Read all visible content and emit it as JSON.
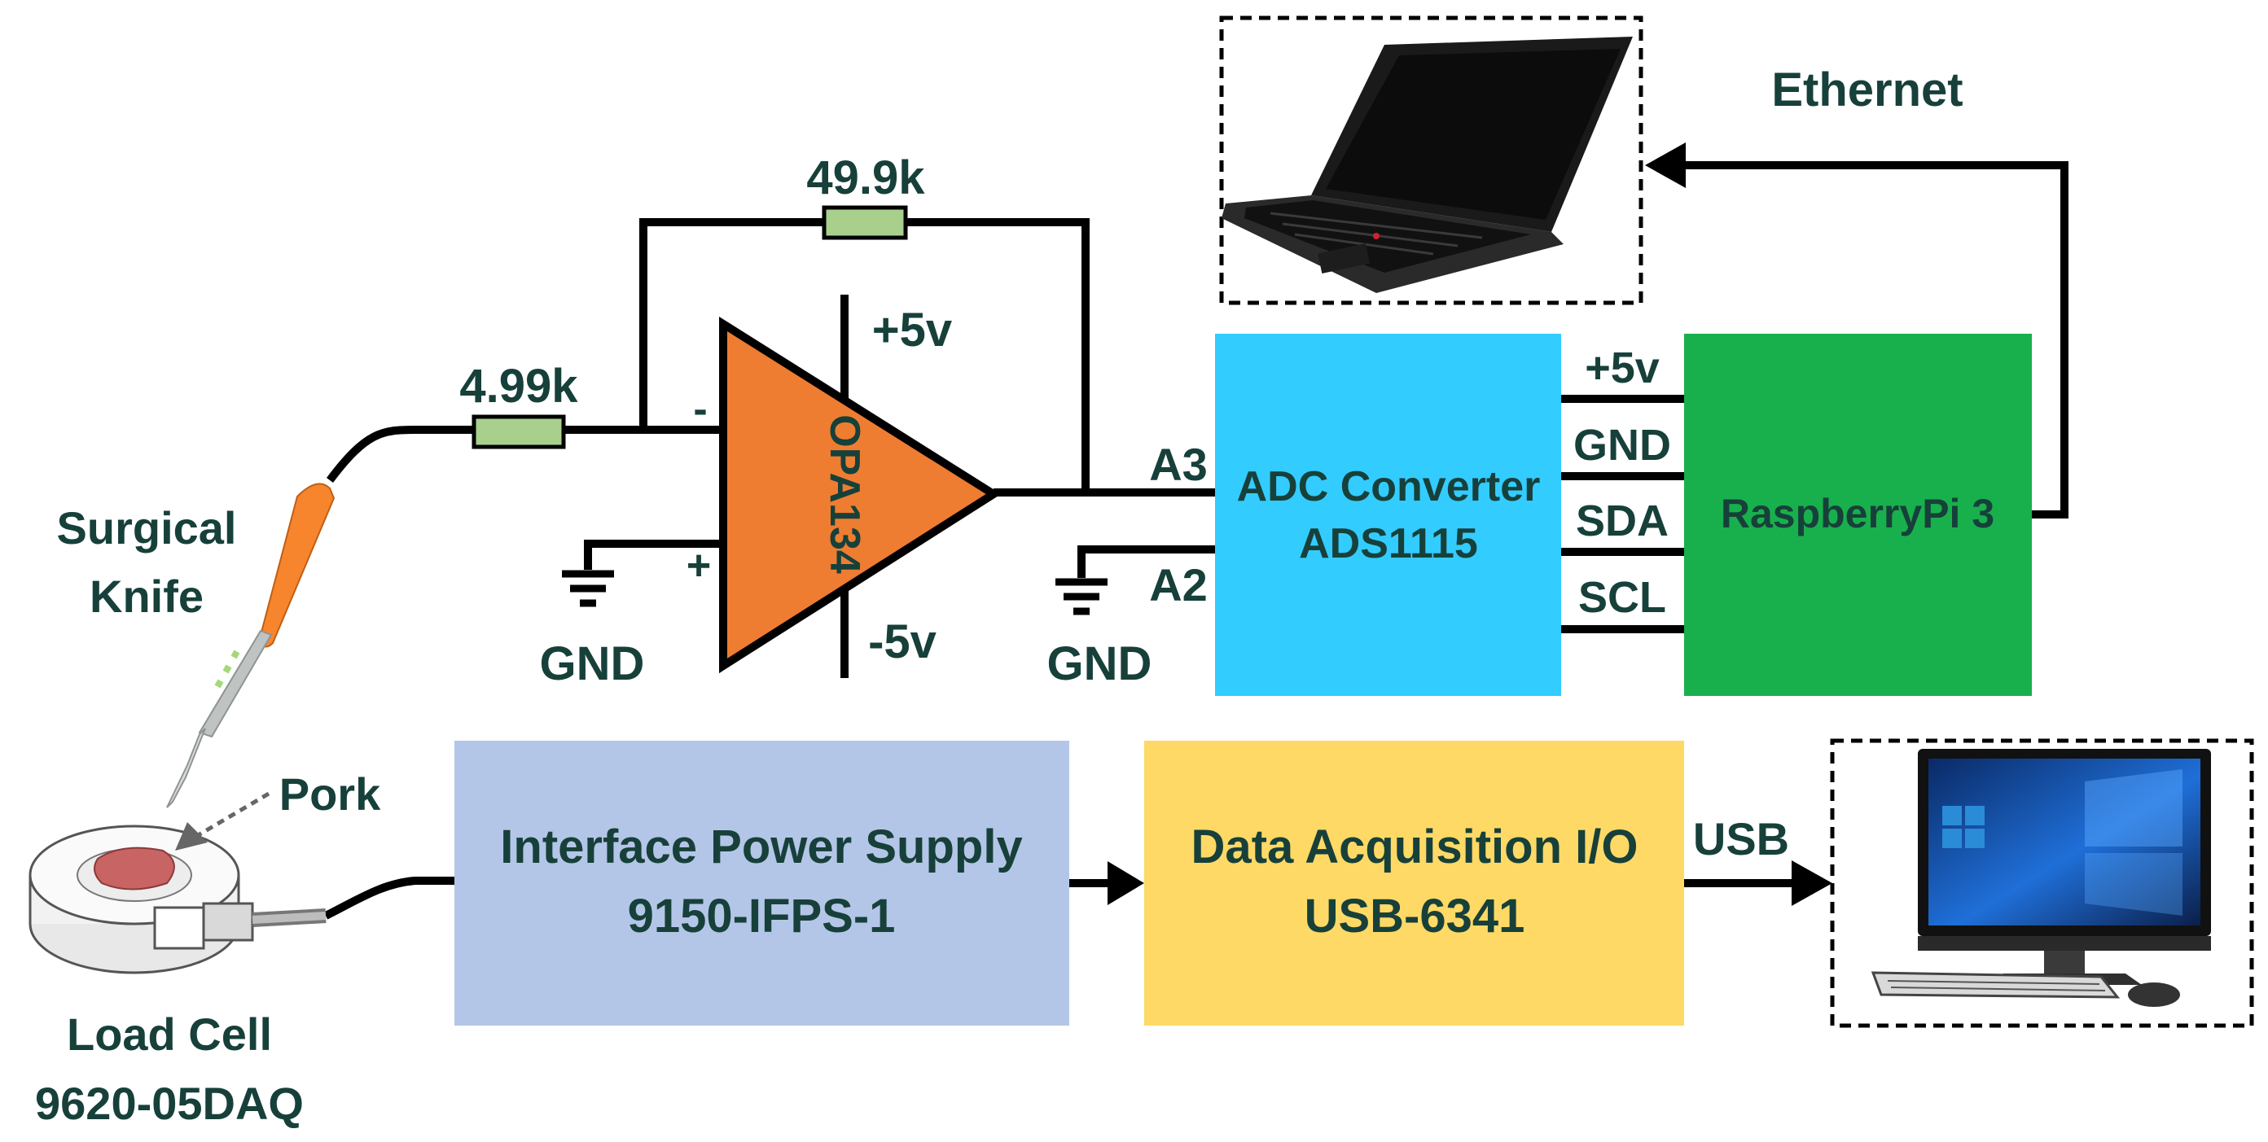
{
  "colors": {
    "label_text": "#17403a",
    "opamp_fill": "#ee7d31",
    "resistor_fill": "#a8d08c",
    "adc_fill": "#33ccff",
    "raspberry_fill": "#18b04c",
    "power_supply_fill": "#b4c6e7",
    "daq_fill": "#fed966",
    "knife_handle": "#f7852d",
    "knife_blade": "#bfc3c2"
  },
  "circuit": {
    "feedback_resistor": "49.9k",
    "input_resistor": "4.99k",
    "opamp_name": "OPA134",
    "pos_supply": "+5v",
    "neg_supply": "-5v",
    "minus_sign": "-",
    "plus_sign": "+",
    "gnd_left": "GND",
    "gnd_right": "GND",
    "a3": "A3",
    "a2": "A2"
  },
  "devices": {
    "adc_line1": "ADC Converter",
    "adc_line2": "ADS1115",
    "raspberry": "RaspberryPi 3",
    "bus": [
      "+5v",
      "GND",
      "SDA",
      "SCL"
    ],
    "ethernet": "Ethernet",
    "usb": "USB",
    "power_supply_line1": "Interface Power Supply",
    "power_supply_line2": "9150-IFPS-1",
    "daq_line1": "Data Acquisition I/O",
    "daq_line2": "USB-6341"
  },
  "sensors": {
    "knife_line1": "Surgical",
    "knife_line2": "Knife",
    "pork": "Pork",
    "load_cell_line1": "Load Cell",
    "load_cell_line2": "9620-05DAQ"
  },
  "icons": {
    "laptop": "laptop-icon",
    "desktop": "desktop-computer-icon",
    "knife": "surgical-knife-icon",
    "load_cell": "load-cell-icon"
  }
}
